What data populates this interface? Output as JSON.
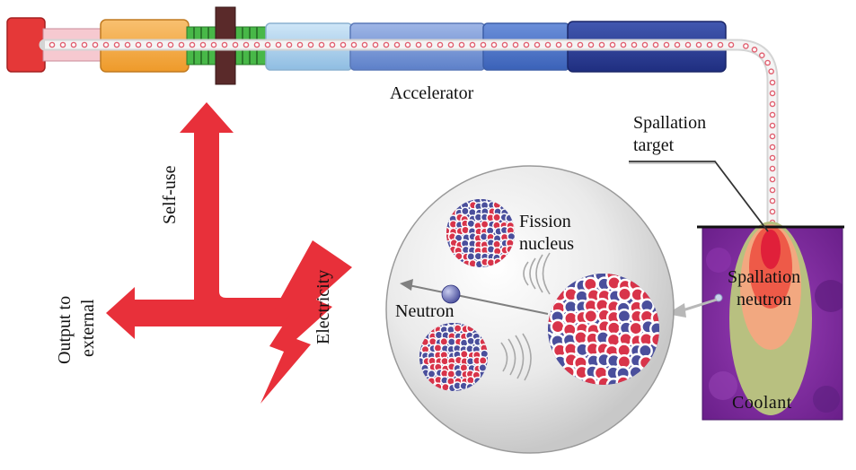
{
  "labels": {
    "accelerator": "Accelerator",
    "spallation_target_line1": "Spallation",
    "spallation_target_line2": "target",
    "fission_nucleus_line1": "Fission",
    "fission_nucleus_line2": "nucleus",
    "neutron": "Neutron",
    "spallation_neutron_line1": "Spallation",
    "spallation_neutron_line2": "neutron",
    "coolant": "Coolant",
    "self_use": "Self-use",
    "electricity": "Electricity",
    "output_line1": "Output to",
    "output_line2": "external"
  },
  "colors": {
    "proton_particle": "#e06070",
    "nucleus_red": "#d8344a",
    "nucleus_blue": "#4a4f9c",
    "power_arrow": "#e8303a",
    "coolant_purple": "#7a2d9a",
    "accelerator_dark_blue": "#283a8c"
  },
  "icons": {
    "beam_source": "red-block-icon",
    "electricity": "lightning-bolt-icon",
    "neutron": "neutron-sphere-icon"
  }
}
